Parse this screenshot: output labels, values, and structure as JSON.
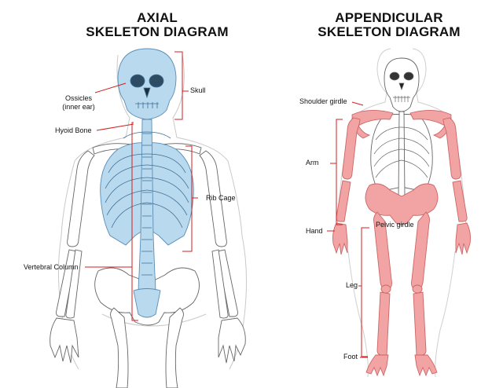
{
  "axial": {
    "title_line1": "AXIAL",
    "title_line2": "SKELETON DIAGRAM",
    "labels": {
      "skull": "Skull",
      "ossicles_line1": "Ossicles",
      "ossicles_line2": "(inner ear)",
      "hyoid": "Hyoid Bone",
      "rib_cage": "Rib Cage",
      "vertebral_column": "Vertebral Column"
    }
  },
  "appendicular": {
    "title_line1": "APPENDICULAR",
    "title_line2": "SKELETON DIAGRAM",
    "labels": {
      "shoulder_girdle": "Shoulder girdle",
      "arm": "Arm",
      "hand": "Hand",
      "pelvic_girdle": "Pelvic girdle",
      "leg": "Leg",
      "foot": "Foot"
    }
  },
  "colors": {
    "axial_bone": "#b9d9ef",
    "axial_outline": "#5a8db4",
    "appendicular_bone": "#f2a3a3",
    "appendicular_outline": "#c66",
    "plain_bone": "#ffffff",
    "bone_outline": "#555555",
    "leader_line": "#d22020"
  }
}
